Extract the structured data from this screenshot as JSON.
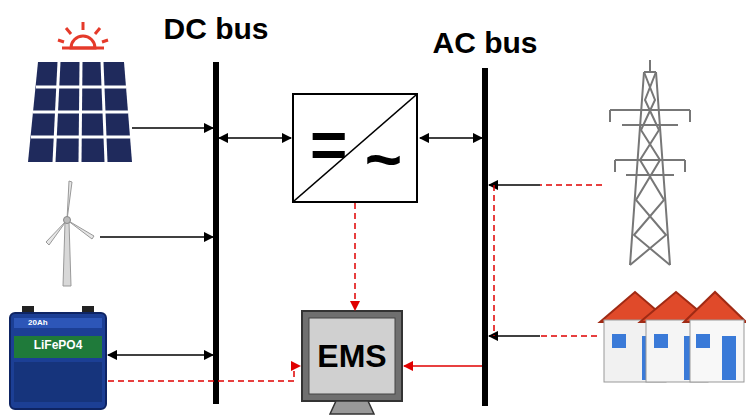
{
  "diagram": {
    "nodes": [
      {
        "text": [
          "=",
          "~"
        ]
      },
      {
        "text": [
          "EMS"
        ]
      }
    ],
    "edges": [
      {
        "from": 0,
        "to": 1,
        "arrow": "to"
      }
    ],
    "labels": [
      "DC bus",
      "AC bus",
      "LiFePO4",
      "20Ah"
    ]
  }
}
